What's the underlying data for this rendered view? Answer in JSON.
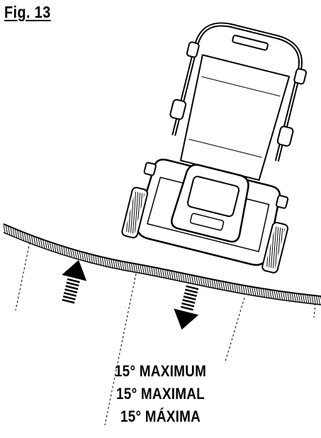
{
  "figure": {
    "label": "Fig. 13"
  },
  "slope": {
    "max_angle_deg": 15
  },
  "captions": [
    "15° MAXIMUM",
    "15° MAXIMAL",
    "15° MÁXIMA"
  ],
  "icons": [
    "lawn-mower-icon",
    "up-arrow-icon",
    "down-arrow-icon"
  ],
  "colors": {
    "ink": "#000000",
    "background": "#ffffff"
  }
}
